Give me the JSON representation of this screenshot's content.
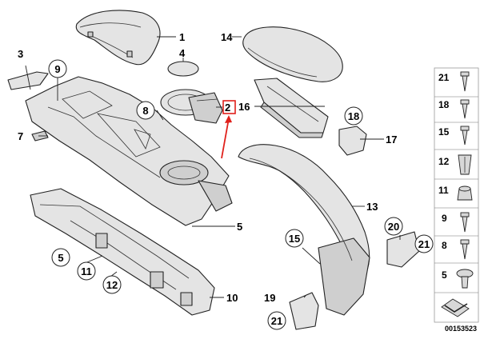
{
  "callouts": {
    "c1": "1",
    "c2": "2",
    "c3": "3",
    "c4": "4",
    "c5a": "5",
    "c5b": "5",
    "c7": "7",
    "c8": "8",
    "c9": "9",
    "c10": "10",
    "c11": "11",
    "c12": "12",
    "c13": "13",
    "c14": "14",
    "c15": "15",
    "c16": "16",
    "c17": "17",
    "c18": "18",
    "c19": "19",
    "c20": "20",
    "c21a": "21",
    "c21b": "21"
  },
  "side_panel": [
    "21",
    "18",
    "15",
    "12",
    "11",
    "9",
    "8",
    "5"
  ],
  "diagram_id": "00153523",
  "colors": {
    "highlight": "#e0201b"
  }
}
